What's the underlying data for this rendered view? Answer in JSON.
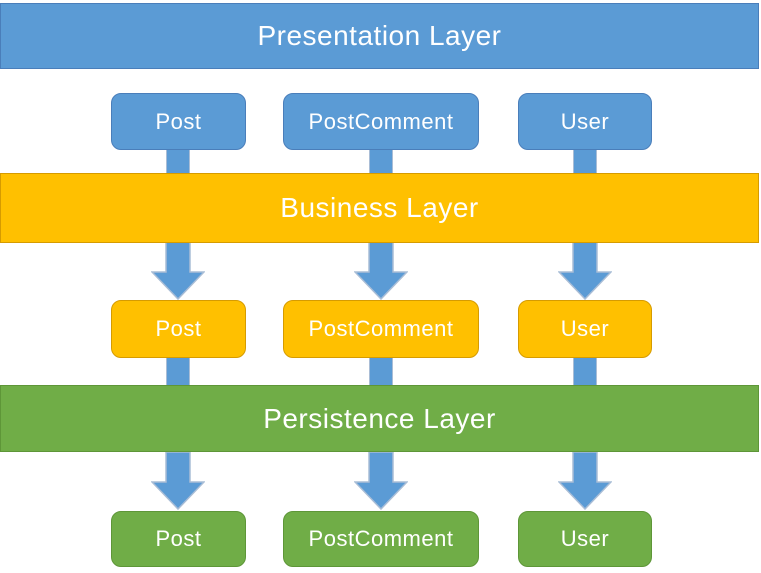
{
  "colors": {
    "blue": "#5B9BD5",
    "blue-border": "#4A7EBA",
    "gold": "#FFC000",
    "gold-border": "#D69B00",
    "green": "#70AD47",
    "green-border": "#5E9638",
    "arrow-fill": "#5B9BD5",
    "arrow-border": "#A9BDD6",
    "text": "#FFFFFF"
  },
  "layers": [
    {
      "label": "Presentation Layer"
    },
    {
      "label": "Business Layer"
    },
    {
      "label": "Persistence Layer"
    }
  ],
  "rows": [
    {
      "boxes": [
        {
          "label": "Post"
        },
        {
          "label": "PostComment"
        },
        {
          "label": "User"
        }
      ]
    },
    {
      "boxes": [
        {
          "label": "Post"
        },
        {
          "label": "PostComment"
        },
        {
          "label": "User"
        }
      ]
    },
    {
      "boxes": [
        {
          "label": "Post"
        },
        {
          "label": "PostComment"
        },
        {
          "label": "User"
        }
      ]
    }
  ]
}
